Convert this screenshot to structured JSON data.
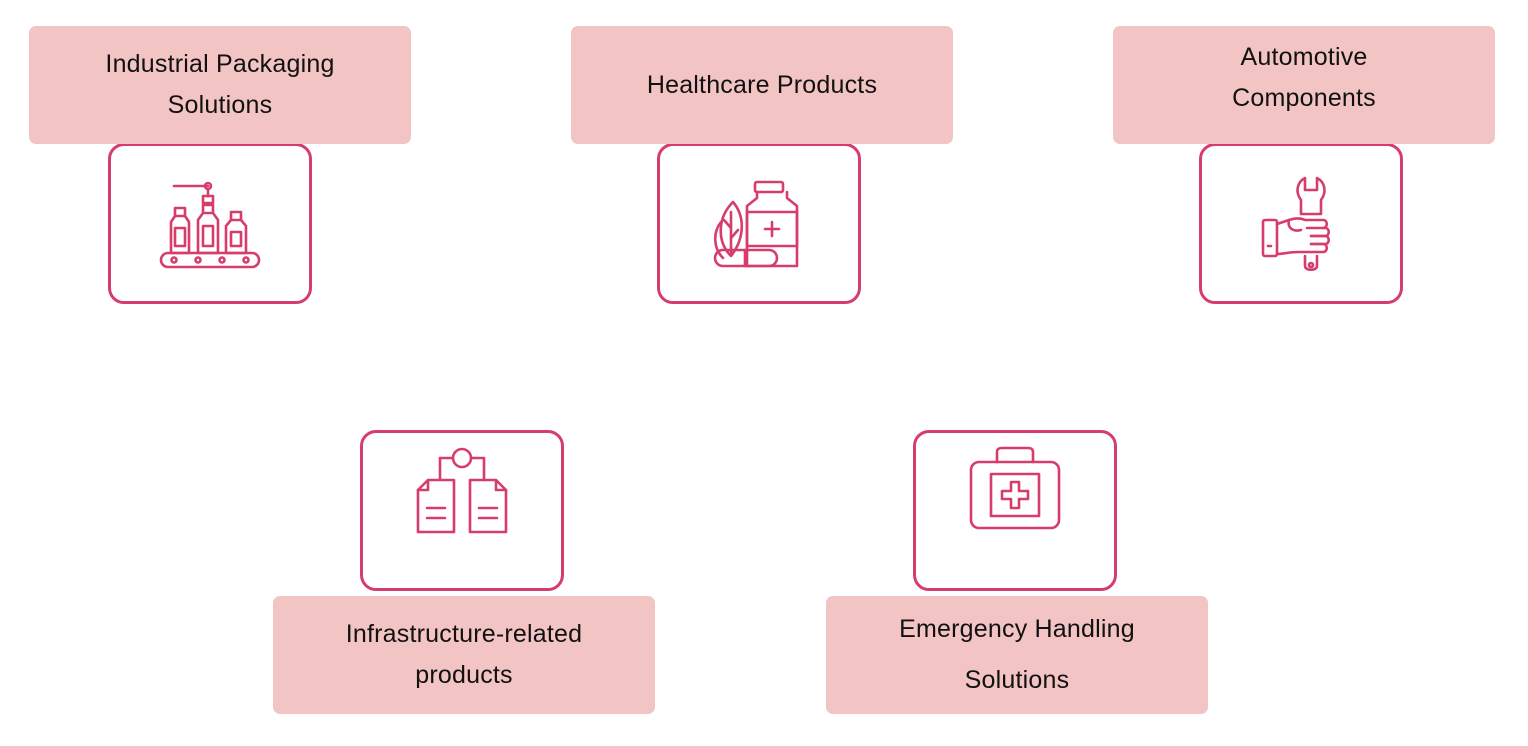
{
  "accent_color": "#d63d6b",
  "label_bg_color": "#f2c4c3",
  "cards": [
    {
      "label": "Industrial Packaging Solutions",
      "icon": "conveyor-bottles-icon"
    },
    {
      "label": "Healthcare Products",
      "icon": "herbal-medicine-icon"
    },
    {
      "label": "Automotive Components",
      "icon": "hand-wrench-icon"
    },
    {
      "label": "Infrastructure-related products",
      "icon": "document-flow-icon"
    },
    {
      "label": "Emergency Handling Solutions",
      "icon": "first-aid-kit-icon"
    }
  ]
}
